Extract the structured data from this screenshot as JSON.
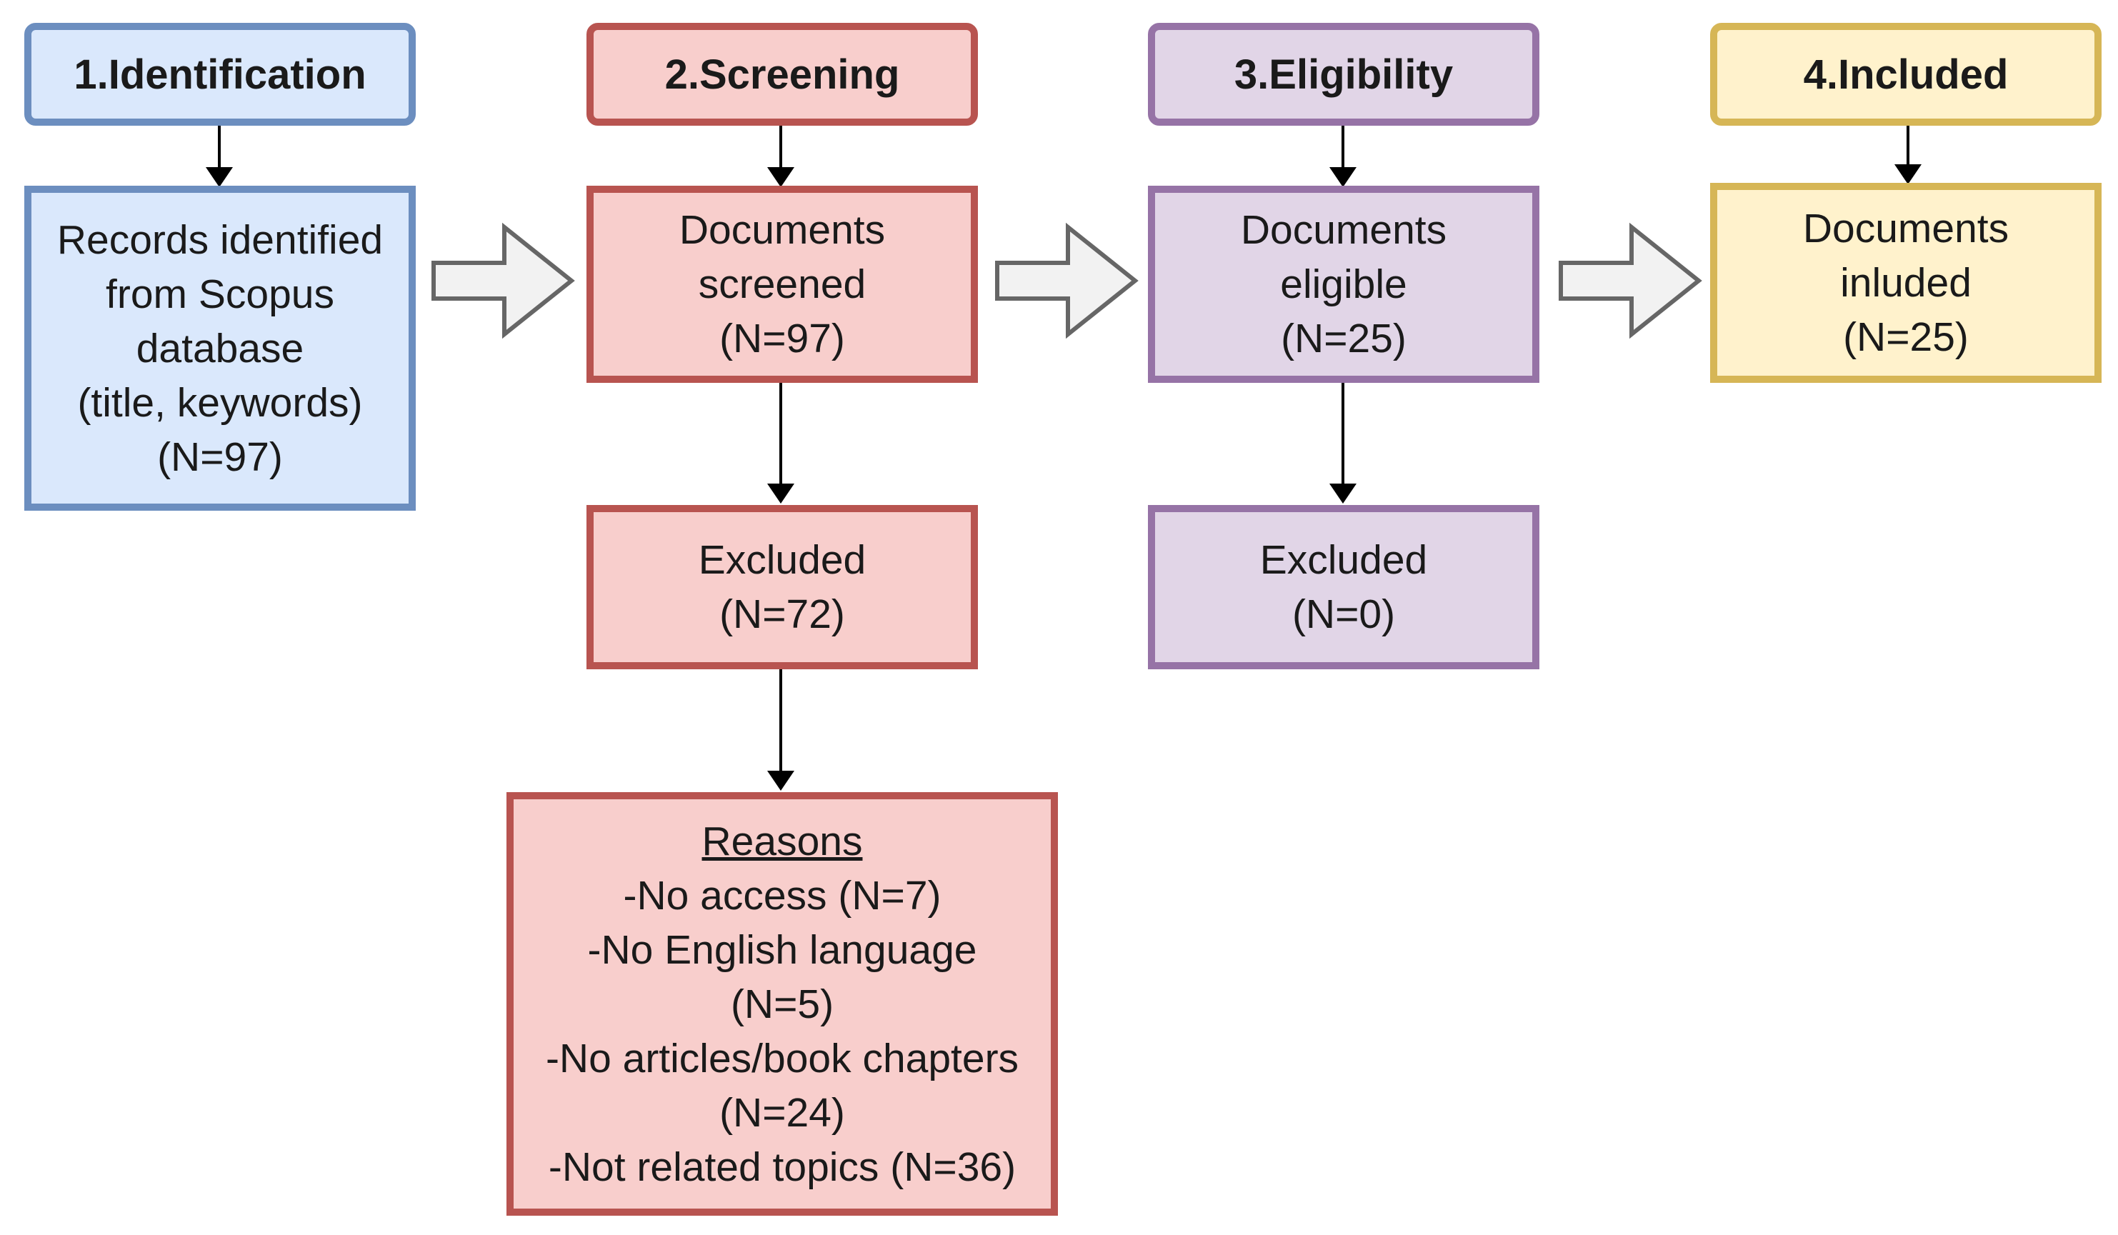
{
  "stages": {
    "identification": {
      "header": "1.Identification",
      "records": [
        "Records identified",
        "from Scopus",
        "database",
        "(title, keywords)",
        "(N=97)"
      ]
    },
    "screening": {
      "header": "2.Screening",
      "screened": [
        "Documents",
        "screened",
        "(N=97)"
      ],
      "excluded": [
        "Excluded",
        "(N=72)"
      ],
      "reasons_title": "Reasons",
      "reasons": [
        "-No access (N=7)",
        "-No English language",
        "(N=5)",
        "-No articles/book chapters",
        "(N=24)",
        "-Not related topics (N=36)"
      ]
    },
    "eligibility": {
      "header": "3.Eligibility",
      "eligible": [
        "Documents",
        "eligible",
        "(N=25)"
      ],
      "excluded": [
        "Excluded",
        "(N=0)"
      ]
    },
    "included": {
      "header": "4.Included",
      "included": [
        "Documents",
        "inluded",
        "(N=25)"
      ]
    }
  },
  "colors": {
    "identification": {
      "fill": "#dae8fc",
      "stroke": "#6c8ebf"
    },
    "screening": {
      "fill": "#f8cecc",
      "stroke": "#b85450"
    },
    "eligibility": {
      "fill": "#e1d5e7",
      "stroke": "#9673a6"
    },
    "included": {
      "fill": "#fff2cc",
      "stroke": "#d6b656"
    },
    "connector": "#000000",
    "flow_arrow_fill": "#f2f2f2",
    "flow_arrow_stroke": "#666666"
  }
}
